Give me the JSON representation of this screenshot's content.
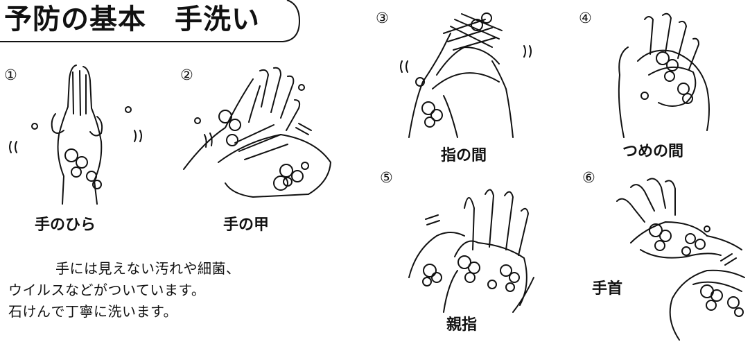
{
  "title": "予防の基本　手洗い",
  "steps": [
    {
      "number": "①",
      "caption": "手のひら"
    },
    {
      "number": "②",
      "caption": "手の甲"
    },
    {
      "number": "③",
      "caption": "指の間"
    },
    {
      "number": "④",
      "caption": "つめの間"
    },
    {
      "number": "⑤",
      "caption": "親指"
    },
    {
      "number": "⑥",
      "caption": "手首"
    }
  ],
  "description": {
    "line1": "手には見えない汚れや細菌、",
    "line2": "ウイルスなどがついています。",
    "line3": "石けんで丁寧に洗います。"
  }
}
